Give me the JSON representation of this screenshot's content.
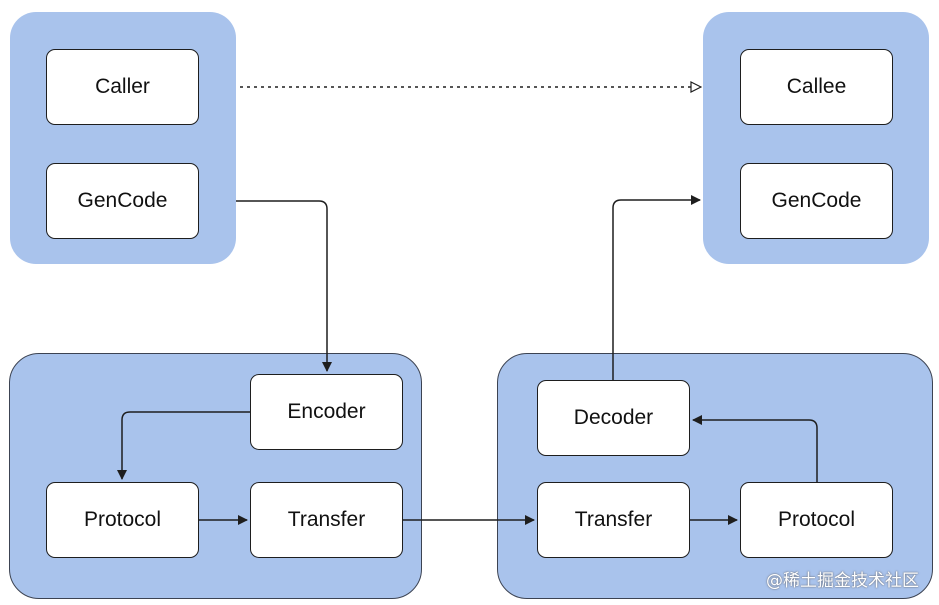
{
  "diagram": {
    "caller_group": {
      "caller": "Caller",
      "gencode": "GenCode"
    },
    "callee_group": {
      "callee": "Callee",
      "gencode": "GenCode"
    },
    "client_group": {
      "encoder": "Encoder",
      "protocol": "Protocol",
      "transfer": "Transfer"
    },
    "server_group": {
      "decoder": "Decoder",
      "transfer": "Transfer",
      "protocol": "Protocol"
    }
  },
  "watermark": "@稀土掘金技术社区",
  "colors": {
    "group_fill": "#a9c3ec",
    "node_fill": "#ffffff",
    "line": "#1e1e1e"
  }
}
